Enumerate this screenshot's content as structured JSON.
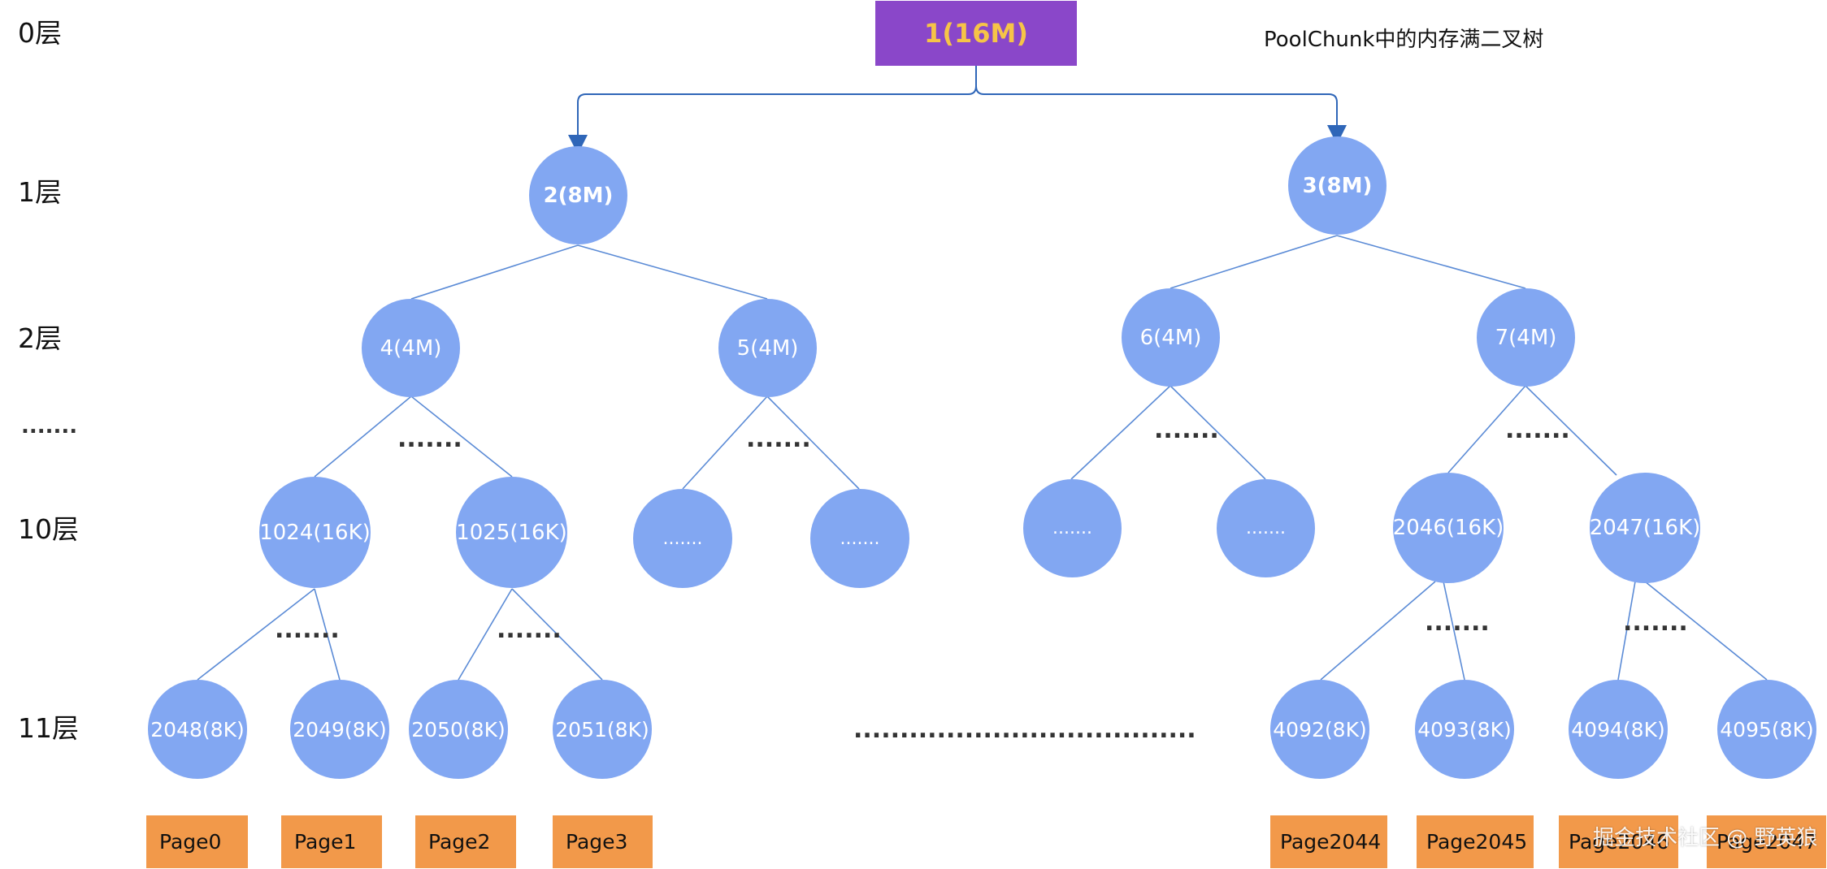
{
  "title": "PoolChunk中的内存满二叉树",
  "watermark": "掘金技术社区 @ 野英狼",
  "levels": [
    "0层",
    "1层",
    "2层",
    ".......",
    "10层",
    "11层"
  ],
  "root": "1(16M)",
  "level1": [
    "2(8M)",
    "3(8M)"
  ],
  "level2": [
    "4(4M)",
    "5(4M)",
    "6(4M)",
    "7(4M)"
  ],
  "level10": [
    "1024(16K)",
    "1025(16K)",
    ".......",
    ".......",
    ".......",
    ".......",
    "2046(16K)",
    "2047(16K)"
  ],
  "level11": [
    "2048(8K)",
    "2049(8K)",
    "2050(8K)",
    "2051(8K)",
    "4092(8K)",
    "4093(8K)",
    "4094(8K)",
    "4095(8K)"
  ],
  "pages": [
    "Page0",
    "Page1",
    "Page2",
    "Page3",
    "Page2044",
    "Page2045",
    "Page2046",
    "Page2047"
  ],
  "ellipsis_short": ".......",
  "ellipsis_long": ".....................................",
  "colors": {
    "root_fill": "#8a47c9",
    "root_text": "#f6c447",
    "node_fill": "#82a7f2",
    "edge": "#5b8bd6",
    "page_fill": "#f2994a",
    "arrow": "#2f66b8"
  }
}
